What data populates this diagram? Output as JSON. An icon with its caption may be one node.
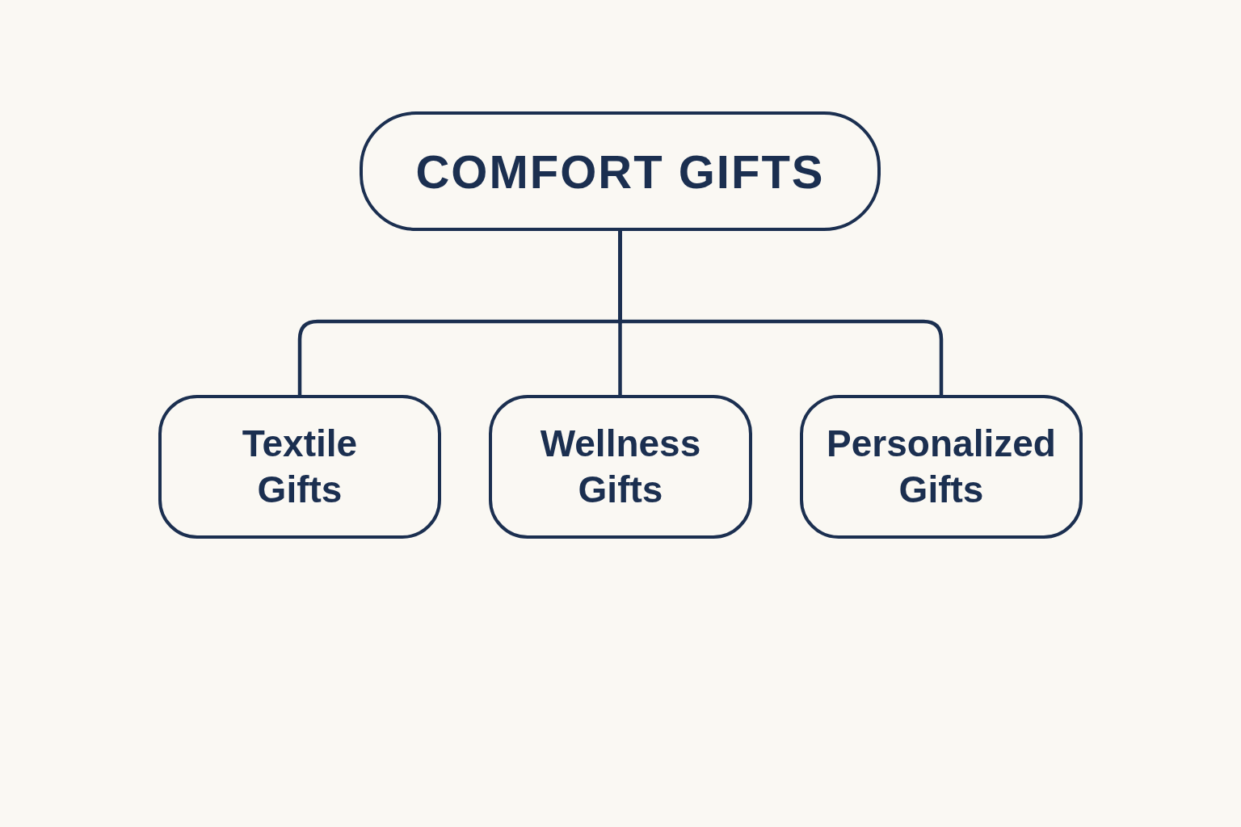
{
  "diagram": {
    "nodes": [
      {
        "text": [
          "COMFORT GIFTS"
        ]
      },
      {
        "text": [
          "Textile Gifts"
        ]
      },
      {
        "text": [
          "Wellness Gifts"
        ]
      },
      {
        "text": [
          "Personalized Gifts"
        ]
      }
    ],
    "edges": [
      {
        "from": 0,
        "to": 1,
        "arrow": "none"
      },
      {
        "from": 0,
        "to": 2,
        "arrow": "none"
      },
      {
        "from": 0,
        "to": 3,
        "arrow": "none"
      }
    ]
  }
}
